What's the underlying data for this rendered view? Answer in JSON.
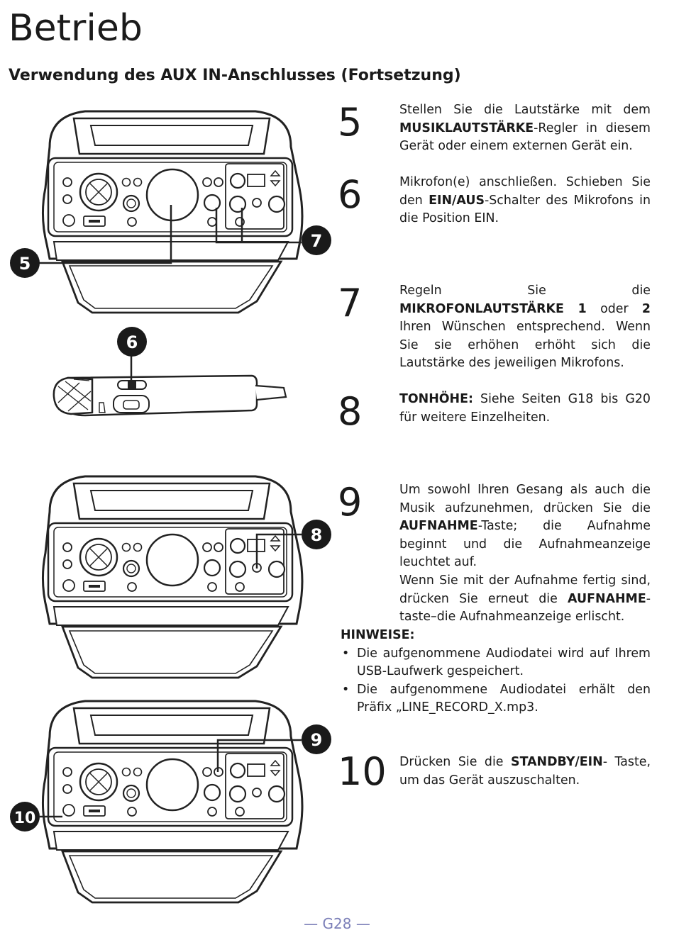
{
  "header": {
    "title": "Betrieb",
    "subtitle": "Verwendung des AUX IN-Anschlusses (Fortsetzung)"
  },
  "steps": [
    {
      "num": "5",
      "parts": [
        {
          "t": "Stellen Sie die Lautstärke mit dem ",
          "b": false
        },
        {
          "t": "MUSIKLAUTSTÄRKE",
          "b": true
        },
        {
          "t": "-Regler in diesem Gerät oder einem externen Gerät ein.",
          "b": false
        }
      ]
    },
    {
      "num": "6",
      "parts": [
        {
          "t": "Mikrofon(e) anschließen. Schieben Sie den ",
          "b": false
        },
        {
          "t": "EIN/AUS",
          "b": true
        },
        {
          "t": "-Schalter des Mikrofons in die Position EIN.",
          "b": false
        }
      ]
    },
    {
      "num": "7",
      "parts": [
        {
          "t": "Regeln Sie die ",
          "b": false
        },
        {
          "t": "MIKROFONLAUTSTÄRKE 1",
          "b": true
        },
        {
          "t": " oder ",
          "b": false
        },
        {
          "t": "2",
          "b": true
        },
        {
          "t": " Ihren Wünschen entsprechend. Wenn Sie sie erhöhen erhöht sich die Lautstärke des jeweiligen Mikrofons.",
          "b": false
        }
      ]
    },
    {
      "num": "8",
      "parts": [
        {
          "t": "TONHÖHE:",
          "b": true
        },
        {
          "t": " Siehe Seiten G18 bis G20 für weitere Einzelheiten.",
          "b": false
        }
      ]
    },
    {
      "num": "9",
      "parts": [
        {
          "t": "Um sowohl Ihren Gesang als auch die Musik aufzunehmen, drücken Sie die ",
          "b": false
        },
        {
          "t": "AUFNAHME",
          "b": true
        },
        {
          "t": "-Taste; die Aufnahme beginnt und die Aufnahmeanzeige leuchtet auf.\nWenn Sie mit der Aufnahme fertig sind, drücken Sie erneut die ",
          "b": false
        },
        {
          "t": "AUFNAHME",
          "b": true
        },
        {
          "t": "-taste–die Aufnahmeanzeige erlischt.",
          "b": false
        }
      ]
    },
    {
      "num": "10",
      "parts": [
        {
          "t": "Drücken Sie die ",
          "b": false
        },
        {
          "t": "STANDBY/EIN",
          "b": true
        },
        {
          "t": "- Taste, um das Gerät auszuschalten.",
          "b": false
        }
      ]
    }
  ],
  "notes": {
    "heading": "HINWEISE:",
    "items": [
      "Die aufgenommene Audiodatei wird auf Ihrem USB-Laufwerk gespeichert.",
      "Die aufgenommene Audiodatei erhält den Präfix „LINE_RECORD_X.mp3."
    ]
  },
  "callouts": [
    "5",
    "6",
    "7",
    "8",
    "9",
    "10"
  ],
  "footer": {
    "page": "— G28 —"
  },
  "colors": {
    "accent_page_number": "#7b7fb8",
    "callout_fill": "#1a1a1a",
    "line": "#2a2a2a"
  }
}
